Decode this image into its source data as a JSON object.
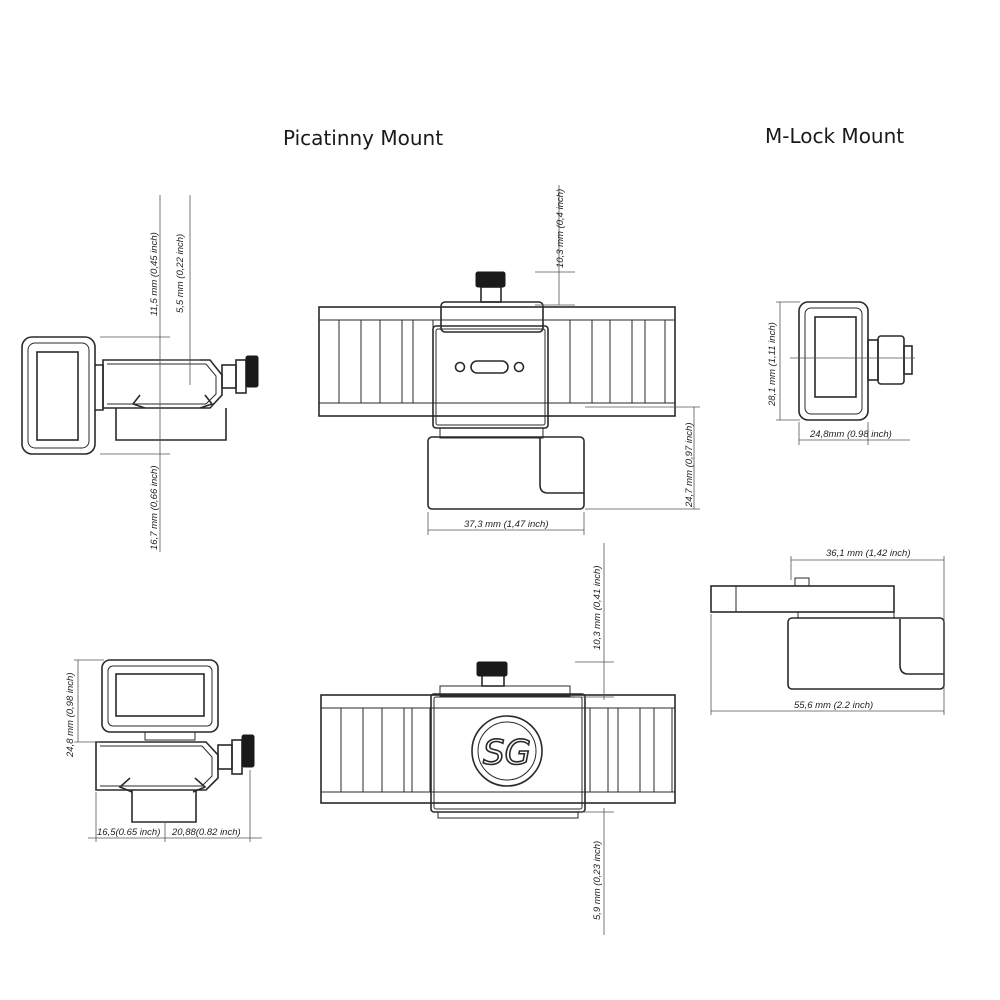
{
  "titles": {
    "picatinny": "Picatinny Mount",
    "mlock": "M-Lock Mount"
  },
  "dimensions": {
    "pic_side_top_11_5": "11,5 mm (0,45 inch)",
    "pic_side_top_5_5": "5,5 mm (0,22 inch)",
    "pic_side_bottom_16_7": "16,7 mm (0,66 inch)",
    "pic_front_top_10_3": "10,3 mm (0,4 inch)",
    "pic_front_height_24_7": "24,7 mm (0,97 inch)",
    "pic_front_width_37_3": "37,3 mm (1,47 inch)",
    "mlock_height_28_1": "28,1 mm (1,11 inch)",
    "mlock_width_24_8": "24,8mm (0.98 inch)",
    "mlock_top_36_1": "36,1 mm (1,42 inch)",
    "mlock_bottom_55_6": "55,6 mm (2.2 inch)",
    "pic_low_top_10_3": "10,3 mm (0,41 inch)",
    "pic_low_bottom_5_9": "5,9 mm (0,23 inch)",
    "pic_low_side_24_8": "24,8 mm (0,98 inch)",
    "pic_low_side_16_5": "16,5(0.65 inch)",
    "pic_low_side_20_88": "20,88(0.82 inch)"
  },
  "logo": "SG"
}
